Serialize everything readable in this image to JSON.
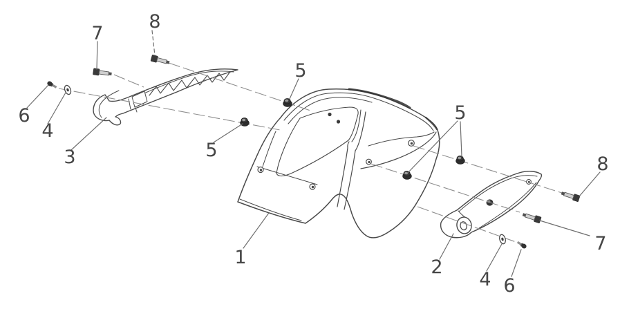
{
  "figure": {
    "kind": "exploded-parts-line-drawing",
    "background_color": "#ffffff",
    "outline_color": "#4a4a4a",
    "dark_hardware_color": "#2e2e2e",
    "axis_line_color": "#8f8f8f",
    "label_color": "#464646"
  },
  "callouts": {
    "part_1": "1",
    "part_2": "2",
    "part_3": "3",
    "part_4_left": "4",
    "part_4_right": "4",
    "part_5_top": "5",
    "part_5_left": "5",
    "part_5_right": "5",
    "part_6_left": "6",
    "part_6_right": "6",
    "part_7_left": "7",
    "part_7_right": "7",
    "part_8_left": "8",
    "part_8_right": "8"
  }
}
